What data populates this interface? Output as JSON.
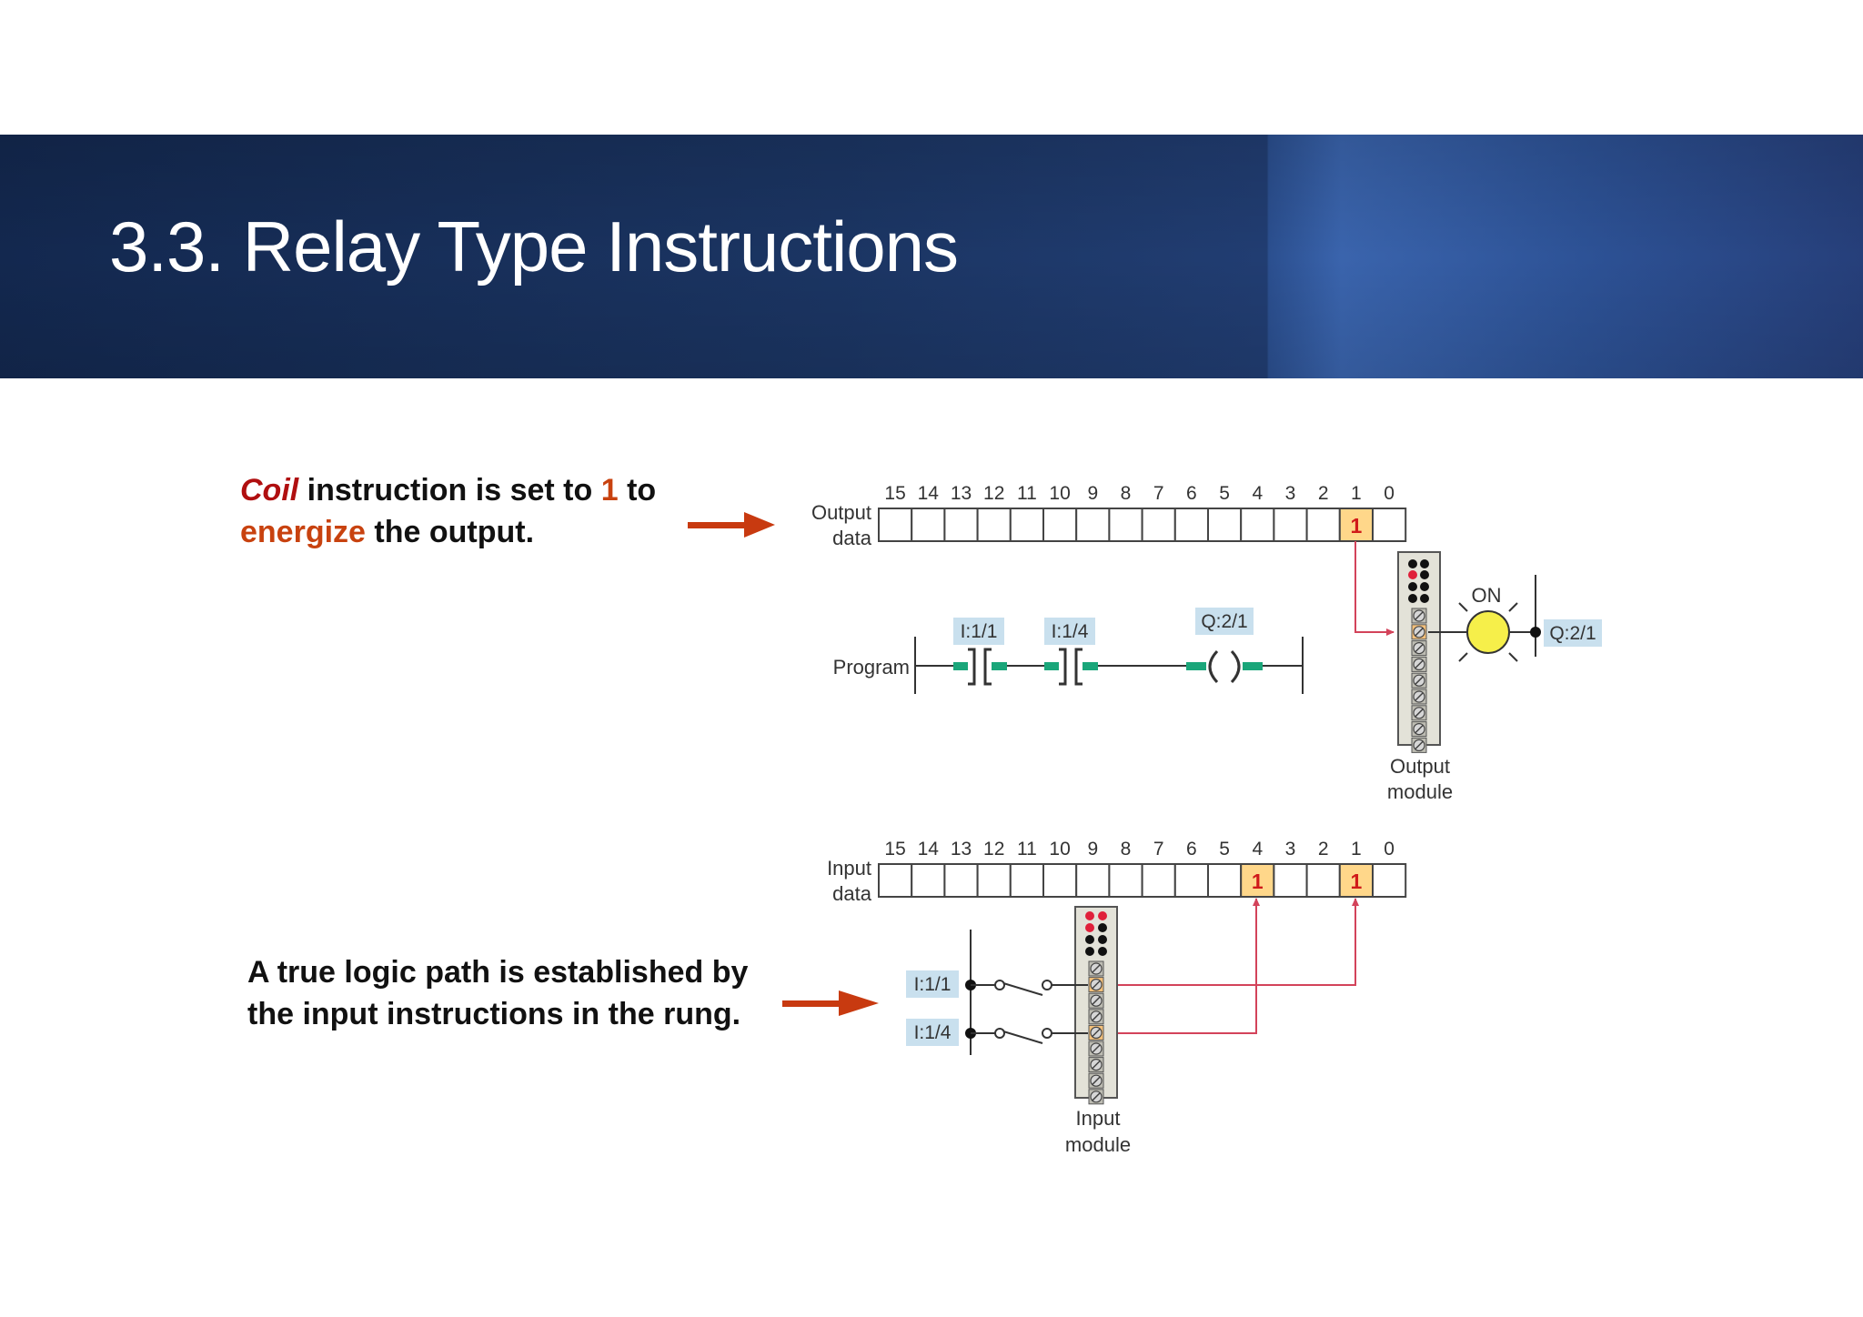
{
  "slide": {
    "title": "3.3. Relay Type Instructions",
    "accent_colors": {
      "banner_dark": "#13284f",
      "banner_light": "#3a64ad",
      "arrow": "#c83a10",
      "highlight_red": "#b00f10",
      "contact_green": "#1aa67a",
      "tag_fill": "#c9e0ee",
      "bit_fill": "#ffd78a",
      "wire": "#d3435a"
    }
  },
  "caption_top": {
    "word1": "Coil",
    "text1": " instruction is set to ",
    "value": "1",
    "text2": " to",
    "word2": "energize",
    "text3": " the output."
  },
  "caption_bottom": {
    "line1": "A true logic path is established by",
    "line2": "the input instructions in the rung."
  },
  "diagram": {
    "bit_numbers": [
      "15",
      "14",
      "13",
      "12",
      "11",
      "10",
      "9",
      "8",
      "7",
      "6",
      "5",
      "4",
      "3",
      "2",
      "1",
      "0"
    ],
    "output_data": {
      "label_line1": "Output",
      "label_line2": "data",
      "set_bits": [
        "1"
      ],
      "set_value": "1"
    },
    "input_data": {
      "label_line1": "Input",
      "label_line2": "data",
      "set_bits": [
        "4",
        "1"
      ],
      "set_value": "1"
    },
    "program": {
      "label": "Program",
      "contact1_tag": "I:1/1",
      "contact2_tag": "I:1/4",
      "coil_tag": "Q:2/1"
    },
    "output_module": {
      "label_line1": "Output",
      "label_line2": "module",
      "lamp_state": "ON",
      "lamp_tag": "Q:2/1"
    },
    "input_module": {
      "label_line1": "Input",
      "label_line2": "module",
      "switch1_tag": "I:1/1",
      "switch2_tag": "I:1/4"
    }
  }
}
